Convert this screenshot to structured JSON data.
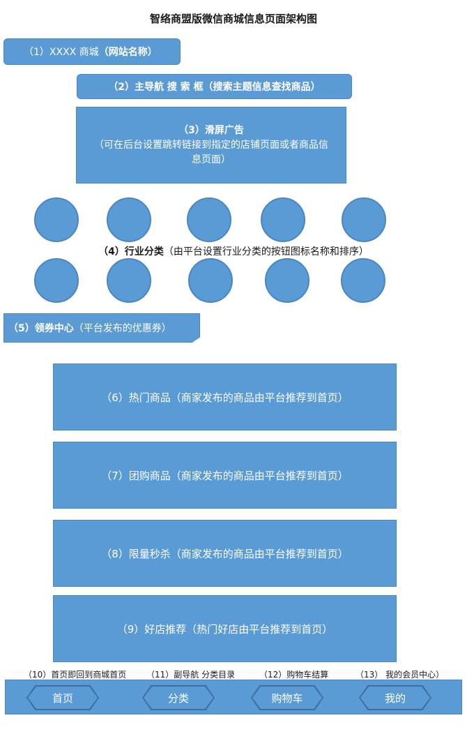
{
  "title": "智络商盟版微信商城信息页面架构图",
  "site_name": {
    "prefix": "（1）XXXX 商城",
    "bold": "（网站名称）"
  },
  "main_nav": "（2）主导航  搜   索   框（搜索主题信息查找商品）",
  "slider": {
    "heading": "（3）滑屏广告",
    "desc": "（可在后台设置跳转链接到指定的店铺页面或者商品信息页面）"
  },
  "categories": {
    "label_bold": "（4）行业分类",
    "label_rest": "（由平台设置行业分类的按钮图标名称和排序）",
    "count": 10
  },
  "coupon": {
    "bold": "（5）领券中心",
    "rest": "（平台发布的优惠券）"
  },
  "sections": [
    "（6）热门商品（商家发布的商品由平台推荐到首页）",
    "（7）团购商品（商家发布的商品由平台推荐到首页）",
    "（8）限量秒杀（商家发布的商品由平台推荐到首页）",
    "（9）好店推荐（热门好店由平台推荐到首页）"
  ],
  "bottom_nav": {
    "labels": [
      "（10）首页即回到商城首页",
      "（11）副导航  分类目录",
      "（12）购物车结算",
      "（13）  我的会员中心）"
    ],
    "tabs": [
      "首页",
      "分类",
      "购物车",
      "我的"
    ]
  },
  "colors": {
    "box_fill": "#5b9bd5",
    "box_border": "#4a86c0",
    "tab_border": "#3d6fa0"
  }
}
